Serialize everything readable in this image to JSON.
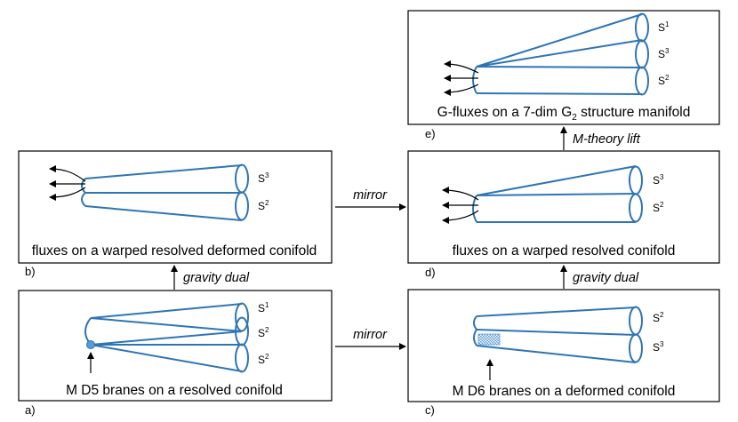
{
  "panels": {
    "a": {
      "tag": "a)",
      "caption": "M D5 branes on a resolved conifold",
      "spheres": [
        {
          "base": "S",
          "exp": "1"
        },
        {
          "base": "S",
          "exp": "2"
        },
        {
          "base": "S",
          "exp": "2"
        }
      ]
    },
    "b": {
      "tag": "b)",
      "caption": "fluxes on a warped resolved deformed conifold",
      "spheres": [
        {
          "base": "S",
          "exp": "3"
        },
        {
          "base": "S",
          "exp": "2"
        }
      ]
    },
    "c": {
      "tag": "c)",
      "caption": "M D6 branes on a deformed conifold",
      "spheres": [
        {
          "base": "S",
          "exp": "2"
        },
        {
          "base": "S",
          "exp": "3"
        }
      ]
    },
    "d": {
      "tag": "d)",
      "caption": "fluxes on a warped resolved conifold",
      "spheres": [
        {
          "base": "S",
          "exp": "3"
        },
        {
          "base": "S",
          "exp": "2"
        }
      ]
    },
    "e": {
      "tag": "e)",
      "caption_pre": "G-fluxes on a 7-dim G",
      "caption_sub": "2",
      "caption_post": " structure manifold",
      "spheres": [
        {
          "base": "S",
          "exp": "1"
        },
        {
          "base": "S",
          "exp": "3"
        },
        {
          "base": "S",
          "exp": "2"
        }
      ]
    }
  },
  "arrows": {
    "mirror_bottom": "mirror",
    "mirror_top": "mirror",
    "gravity_dual_left": "gravity dual",
    "gravity_dual_right": "gravity dual",
    "mtheory_lift": "M-theory lift"
  },
  "colors": {
    "tube": "#2e75b6",
    "box": "#000000",
    "brane_dot": "#5b9bd5",
    "hatch": "#5b9bd5"
  }
}
